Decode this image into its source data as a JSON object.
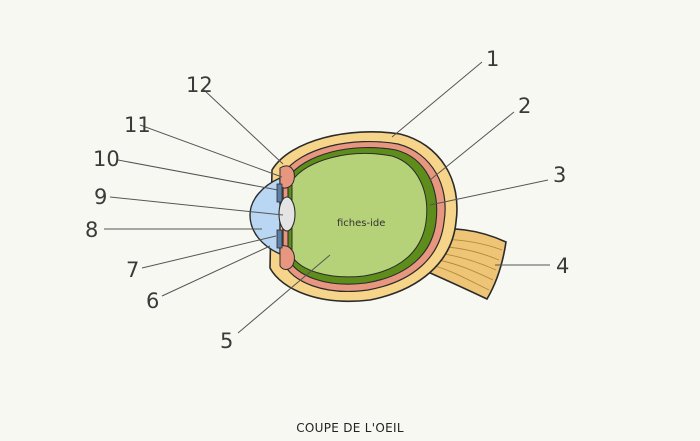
{
  "title": "COUPE DE L'OEIL",
  "watermark": "fiches-ide",
  "labels": [
    "1",
    "2",
    "3",
    "4",
    "5",
    "6",
    "7",
    "8",
    "9",
    "10",
    "11",
    "12"
  ],
  "colors": {
    "background": "#f8f8f3",
    "sclera": "#f6d58a",
    "choroid": "#e7977f",
    "retina": "#5e8d1c",
    "vitreous": "#b5d278",
    "cornea": "#b9d6f2",
    "lens": "#e4e4e4",
    "optic_nerve": "#eec577",
    "iris": "#5b7fa6",
    "outline": "#2b2b2b"
  }
}
